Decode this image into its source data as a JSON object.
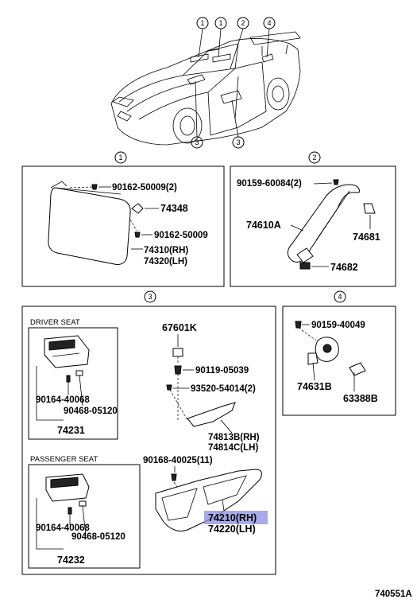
{
  "callouts": {
    "c1": "1",
    "c2": "2",
    "c3": "3",
    "c4": "4"
  },
  "panel1": {
    "p1": "90162-50009(2)",
    "p2": "74348",
    "p3": "90162-50009",
    "p4": "74310(RH)",
    "p5": "74320(LH)"
  },
  "panel2": {
    "p1": "90159-60084(2)",
    "p2": "74610A",
    "p3": "74681",
    "p4": "74682"
  },
  "panel3": {
    "driver_seat": "DRIVER SEAT",
    "passenger_seat": "PASSENGER SEAT",
    "d1": "90164-40068",
    "d2": "90468-05120",
    "d3": "74231",
    "s1": "90164-40068",
    "s2": "90468-05120",
    "s3": "74232",
    "m1": "67601K",
    "m2": "90119-05039",
    "m3": "93520-54014(2)",
    "m4": "74813B(RH)",
    "m5": "74814C(LH)",
    "m6": "90168-40025(11)",
    "m7": "74210(RH)",
    "m8": "74220(LH)"
  },
  "panel4": {
    "p1": "90159-40049",
    "p2": "74631B",
    "p3": "63388B"
  },
  "figure_id": "740551A",
  "colors": {
    "highlight": "#8a8fe0",
    "line": "#000000"
  }
}
